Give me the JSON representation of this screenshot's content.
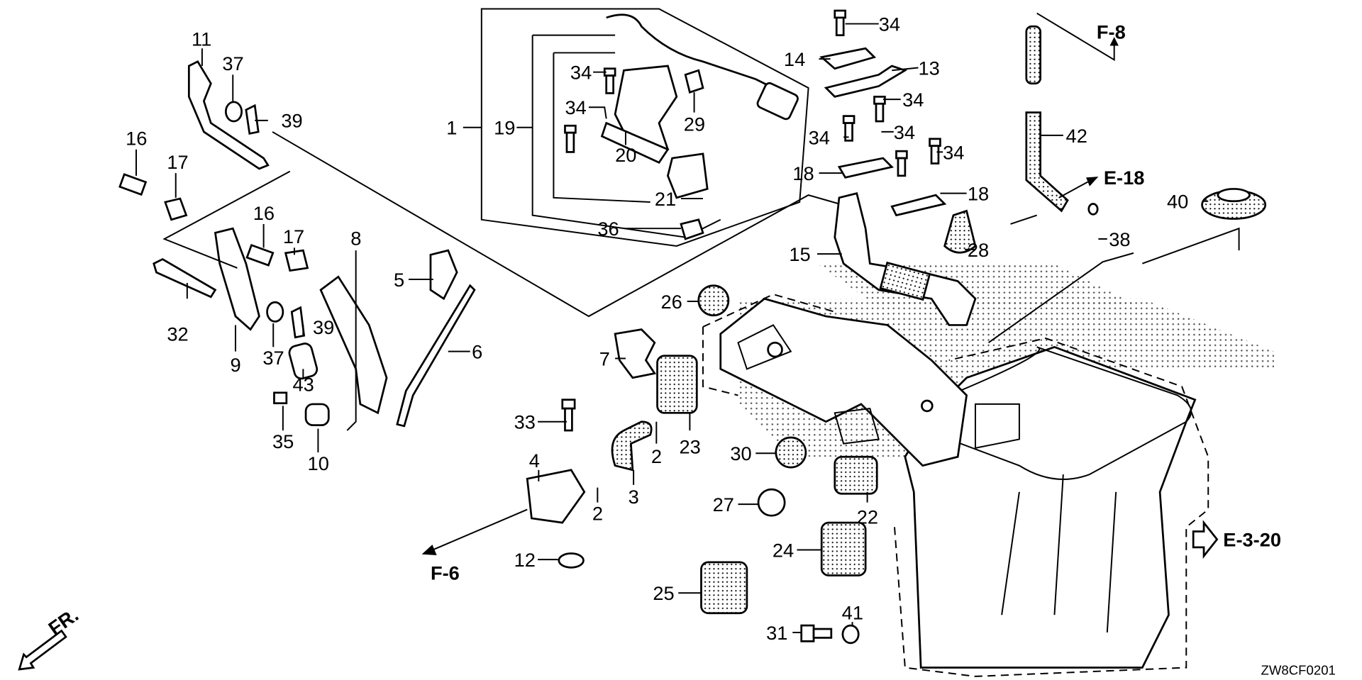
{
  "diagram": {
    "drawing_code": "ZW8CF0201",
    "front_indicator": "FR.",
    "references": {
      "f8": "F-8",
      "e18": "E-18",
      "f6": "F-6",
      "e320": "E-3-20"
    },
    "callouts": {
      "c11": "11",
      "c37a": "37",
      "c39a": "39",
      "c16a": "16",
      "c17a": "17",
      "c16b": "16",
      "c17b": "17",
      "c8": "8",
      "c5": "5",
      "c32": "32",
      "c9": "9",
      "c37b": "37",
      "c39b": "39",
      "c43": "43",
      "c6": "6",
      "c35": "35",
      "c10": "10",
      "c1": "1",
      "c19": "19",
      "c34a": "34",
      "c34b": "34",
      "c20": "20",
      "c29": "29",
      "c21": "21",
      "c36": "36",
      "c34c": "34",
      "c14": "14",
      "c13": "13",
      "c34d": "34",
      "c34e": "34",
      "c34f": "34",
      "c34g": "34",
      "c18a": "18",
      "c18b": "18",
      "c15": "15",
      "c28": "28",
      "c42": "42",
      "c38": "38",
      "c40": "40",
      "c26": "26",
      "c7": "7",
      "c23": "23",
      "c33": "33",
      "c4": "4",
      "c2a": "2",
      "c2b": "2",
      "c3": "3",
      "c30": "30",
      "c27": "27",
      "c22": "22",
      "c24": "24",
      "c12": "12",
      "c25": "25",
      "c31": "31",
      "c41": "41"
    }
  }
}
